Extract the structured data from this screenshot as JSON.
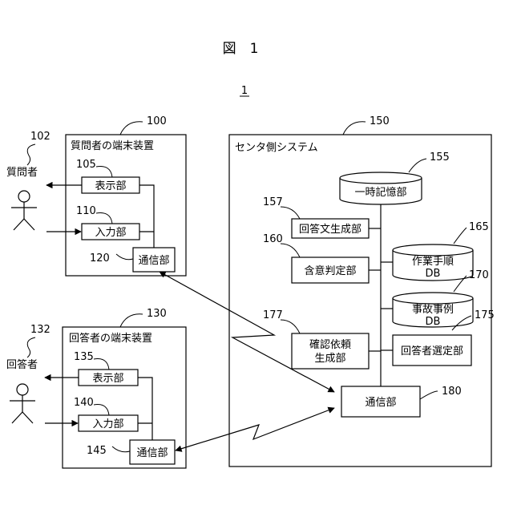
{
  "figure_title": "図　1",
  "system_ref": "1",
  "questioner_terminal": {
    "ref": "100",
    "title": "質問者の端末装置",
    "display_ref": "105",
    "display_label": "表示部",
    "input_ref": "110",
    "input_label": "入力部",
    "comm_ref": "120",
    "comm_label": "通信部"
  },
  "questioner": {
    "ref": "102",
    "label": "質問者"
  },
  "answerer_terminal": {
    "ref": "130",
    "title": "回答者の端末装置",
    "display_ref": "135",
    "display_label": "表示部",
    "input_ref": "140",
    "input_label": "入力部",
    "comm_ref": "145",
    "comm_label": "通信部"
  },
  "answerer": {
    "ref": "132",
    "label": "回答者"
  },
  "center_system": {
    "ref": "150",
    "title": "センタ側システム",
    "temp_storage": {
      "ref": "155",
      "label": "一時記憶部"
    },
    "answer_gen": {
      "ref": "157",
      "label": "回答文生成部"
    },
    "meaning_judge": {
      "ref": "160",
      "label": "含意判定部"
    },
    "work_db": {
      "ref": "165",
      "line1": "作業手順",
      "line2": "DB"
    },
    "incident_db": {
      "ref": "170",
      "line1": "事故事例",
      "line2": "DB"
    },
    "confirm_gen": {
      "ref": "177",
      "line1": "確認依頼",
      "line2": "生成部"
    },
    "answerer_select": {
      "ref": "175",
      "label": "回答者選定部"
    },
    "comm": {
      "ref": "180",
      "label": "通信部"
    }
  }
}
